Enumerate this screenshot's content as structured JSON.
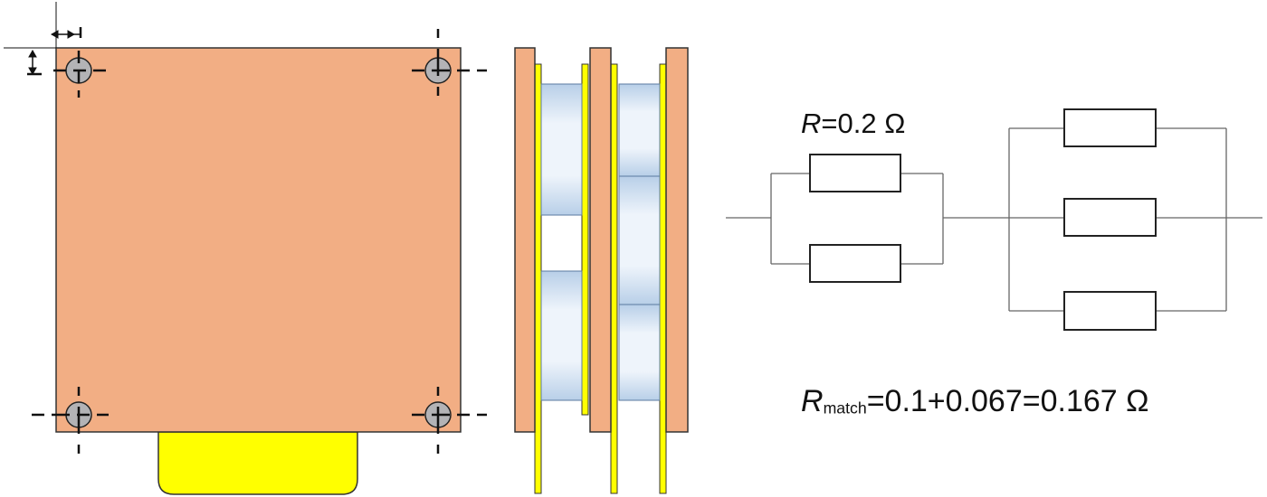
{
  "diagram": {
    "colors": {
      "copper": "#f2ae84",
      "copper_stroke": "#333333",
      "yellow_tab": "#ffff00",
      "hole": "#b3b3b6",
      "cell_light": "#eaf1fa",
      "cell_dark": "#b8cfe8",
      "wire": "#666666",
      "resistor_stroke": "#222222"
    },
    "front_view": {
      "icon": "busbar-plate-front-view"
    },
    "side_view": {
      "icon": "cell-stack-side-view"
    },
    "circuit": {
      "branch_a_resistor_count": 2,
      "branch_b_resistor_count": 3,
      "resistance_label": {
        "symbol": "R",
        "value": "=0.2 Ω"
      },
      "match_label": {
        "symbol": "R",
        "subscript": "match",
        "equation": "=0.1+0.067=0.167 Ω"
      }
    }
  }
}
